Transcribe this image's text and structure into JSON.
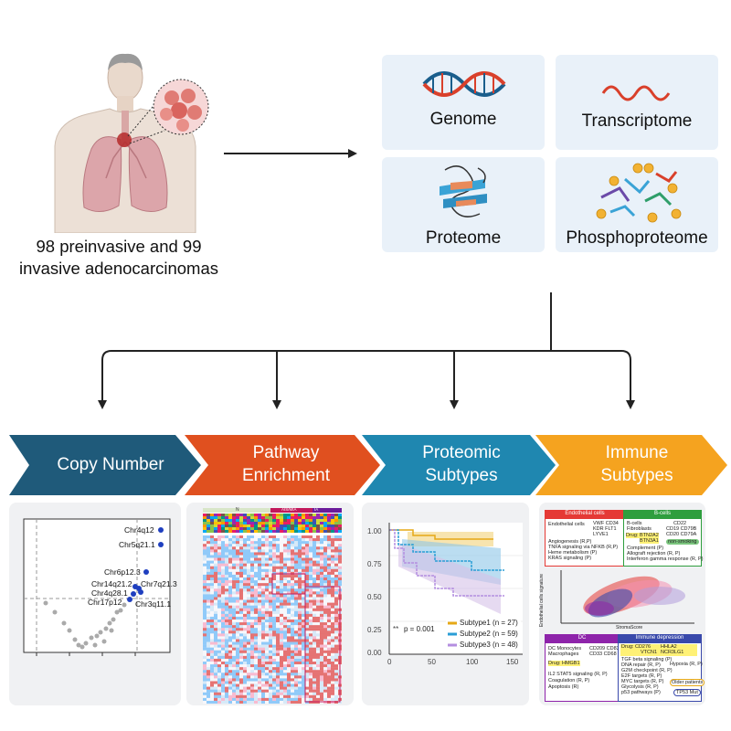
{
  "cohort": {
    "line1": "98 preinvasive and 99",
    "line2": "invasive adenocarcinomas"
  },
  "omics": {
    "genome": "Genome",
    "transcriptome": "Transcriptome",
    "proteome": "Proteome",
    "phosphoproteome": "Phosphoproteome"
  },
  "analyses": {
    "copy_number": "Copy Number",
    "pathway_line1": "Pathway",
    "pathway_line2": "Enrichment",
    "proteomic_line1": "Proteomic",
    "proteomic_line2": "Subtypes",
    "immune_line1": "Immune",
    "immune_line2": "Subtypes"
  },
  "colors": {
    "copy_number": "#1f5a7a",
    "pathway": "#e0501f",
    "proteomic": "#1f87b0",
    "immune": "#f5a31f",
    "omics_bg": "#e9f1f9"
  },
  "copy_number_plot": {
    "labels": [
      "Chr4q12",
      "Chr5q21.1",
      "Chr6p12.3",
      "Chr14q21.2",
      "Chr7q21.3",
      "Chr4q28.1",
      "Chr17p12",
      "Chr3q11.1"
    ]
  },
  "heatmap": {
    "group_label": "N",
    "group_label2": "AIS/MIA",
    "group_label3": "IA"
  },
  "km_plot": {
    "y_ticks": [
      "1.00",
      "0.75",
      "0.50",
      "0.25",
      "0.00"
    ],
    "x_ticks": [
      "0",
      "50",
      "100",
      "150"
    ],
    "pvalue": "p = 0.001",
    "pvalue_stars": "**",
    "legend": [
      "Subtype1 (n = 27)",
      "Subtype2 (n = 59)",
      "Subtype3 (n = 48)"
    ]
  },
  "immune_panel": {
    "endothelial": {
      "header": "Endothelial cells",
      "cell": "Endothelial cells",
      "markers": "VWF  CD34",
      "markers2": "KDR  FLT1",
      "markers3": "LYVE1",
      "items": [
        "Angiogenesis (R,P)",
        "TNFA signaling via NFKB (R,P)",
        "Heme metabolism (P)",
        "KRAS signaling (P)"
      ]
    },
    "bcells": {
      "header": "B-cells",
      "cells": "B-cells",
      "cells2": "Fibroblasts",
      "markers": "CD22",
      "markers2": "CD19  CD79B",
      "markers3": "CD20  CD79A",
      "drug": "Drug: BTN2A2",
      "drug2": "BTN3A1",
      "tag": "non-smoking",
      "items": [
        "Complement (P)",
        "Allograft rejection (R, P)",
        "Interferon gamma response (R, P)"
      ]
    },
    "scatter": {
      "ylabel": "Endothelial cells signature",
      "xlabel": "StromaScore"
    },
    "dc": {
      "header": "DC",
      "cells": "DC    Monocytes",
      "cells2": "Macrophages",
      "markers": "CD209  CD83",
      "markers2": "CD33    CD68",
      "drug": "Drug: HMGB1",
      "items": [
        "IL2 STAT5 signaling (R, P)",
        "Coagulation (R, P)",
        "Apoptosis (R)"
      ]
    },
    "immune_depression": {
      "header": "Immune depression",
      "drug": "Drug: CD276",
      "drug_b": "HHLA2",
      "drug2": "VTCN1",
      "drug2_b": "NCR3LG1",
      "items": [
        "TGF beta signaling (P)",
        "DNA repair (R, P)",
        "G2M checkpoint (R, P)",
        "E2F targets (R, P)",
        "MYC targets (R, P)",
        "Glycolysis (R, P)",
        "p53 pathways (P)"
      ],
      "side": [
        "Hypoxia (R, P)"
      ],
      "tag1": "Older patients",
      "tag2": "TP53 Mut"
    }
  }
}
